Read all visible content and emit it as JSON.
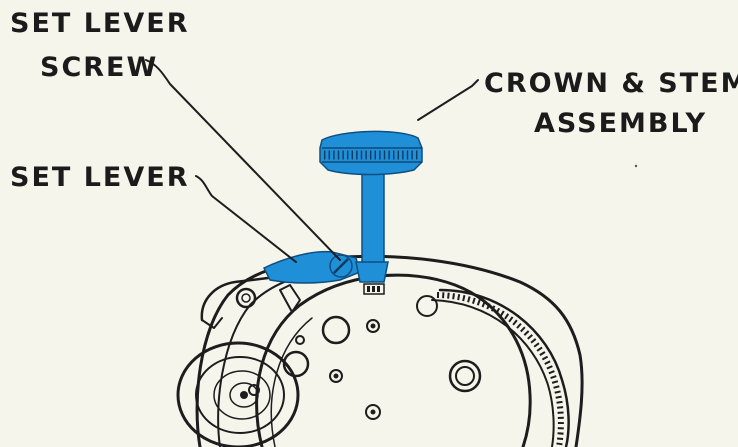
{
  "labels": {
    "set_lever_screw_line1": "SET LEVER",
    "set_lever_screw_line2": "SCREW",
    "crown_stem_line1": "CROWN & STEM",
    "crown_stem_line2": "ASSEMBLY",
    "set_lever": "SET LEVER"
  },
  "colors": {
    "paper": "#f6f5ec",
    "ink": "#1d1d1d",
    "highlight_blue": "#1f8fd8"
  }
}
